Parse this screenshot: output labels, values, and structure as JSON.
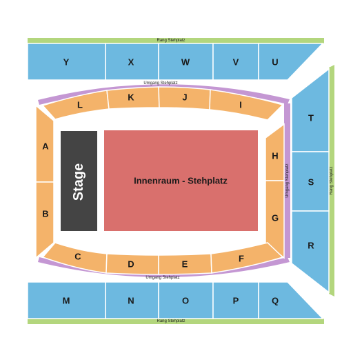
{
  "colors": {
    "upper_section": "#6db9e0",
    "lower_section": "#f4b36a",
    "rang_band": "#b3d67d",
    "umgang_band": "#c497d3",
    "floor": "#d9706d",
    "stage": "#444444"
  },
  "labels": {
    "rang_top": "Rang Stehplatz",
    "rang_bottom": "Rang Stehplatz",
    "rang_right": "Rang Stehplatz",
    "umgang_top": "Umgang Stehplatz",
    "umgang_bottom": "Umgang Stehplatz",
    "umgang_right": "Umgang Stehplatz",
    "stage": "Stage",
    "floor": "Innenraum - Stehplatz"
  },
  "sections": {
    "upper_top": [
      "Y",
      "X",
      "W",
      "V",
      "U"
    ],
    "upper_right": [
      "T",
      "S",
      "R"
    ],
    "upper_bottom": [
      "M",
      "N",
      "O",
      "P",
      "Q"
    ],
    "lower_top": [
      "L",
      "K",
      "J",
      "I"
    ],
    "lower_left": [
      "A",
      "B"
    ],
    "lower_right": [
      "H",
      "G"
    ],
    "lower_bottom": [
      "C",
      "D",
      "E",
      "F"
    ]
  }
}
